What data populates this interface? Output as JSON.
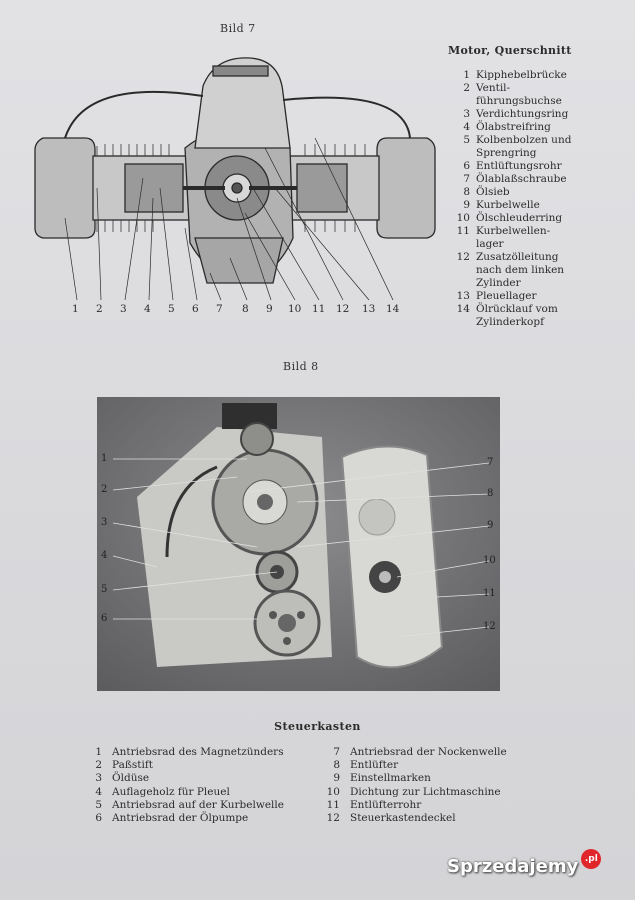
{
  "figure7": {
    "caption": "Bild 7",
    "title": "Motor, Querschnitt",
    "numbers": [
      "1",
      "2",
      "3",
      "4",
      "5",
      "6",
      "7",
      "8",
      "9",
      "10",
      "11",
      "12",
      "13",
      "14"
    ],
    "legend": [
      {
        "n": "1",
        "text": "Kipphebelbrücke"
      },
      {
        "n": "2",
        "text": "Ventil-\nführungsbuchse"
      },
      {
        "n": "3",
        "text": "Verdichtungsring"
      },
      {
        "n": "4",
        "text": "Ölabstreifring"
      },
      {
        "n": "5",
        "text": "Kolbenbolzen und\nSprengring"
      },
      {
        "n": "6",
        "text": "Entlüftungsrohr"
      },
      {
        "n": "7",
        "text": "Ölablaßschraube"
      },
      {
        "n": "8",
        "text": "Ölsieb"
      },
      {
        "n": "9",
        "text": "Kurbelwelle"
      },
      {
        "n": "10",
        "text": "Ölschleuderring"
      },
      {
        "n": "11",
        "text": "Kurbelwellen-\nlager"
      },
      {
        "n": "12",
        "text": "Zusatzölleitung\nnach dem linken\nZylinder"
      },
      {
        "n": "13",
        "text": "Pleuellager"
      },
      {
        "n": "14",
        "text": "Ölrücklauf vom\nZylinderkopf"
      }
    ]
  },
  "figure8": {
    "caption": "Bild 8",
    "left_numbers": [
      "1",
      "2",
      "3",
      "4",
      "5",
      "6"
    ],
    "right_numbers": [
      "7",
      "8",
      "9",
      "10",
      "11",
      "12"
    ],
    "title": "Steuerkasten",
    "legend_left": [
      {
        "n": "1",
        "text": "Antriebsrad des Magnetzünders"
      },
      {
        "n": "2",
        "text": "Paßstift"
      },
      {
        "n": "3",
        "text": "Öldüse"
      },
      {
        "n": "4",
        "text": "Auflageholz für Pleuel"
      },
      {
        "n": "5",
        "text": "Antriebsrad auf der Kurbelwelle"
      },
      {
        "n": "6",
        "text": "Antriebsrad der Ölpumpe"
      }
    ],
    "legend_right": [
      {
        "n": "7",
        "text": "Antriebsrad der Nockenwelle"
      },
      {
        "n": "8",
        "text": "Entlüfter"
      },
      {
        "n": "9",
        "text": "Einstellmarken"
      },
      {
        "n": "10",
        "text": "Dichtung zur Lichtmaschine"
      },
      {
        "n": "11",
        "text": "Entlüfterrohr"
      },
      {
        "n": "12",
        "text": "Steuerkastendeckel"
      }
    ]
  },
  "watermark": {
    "text": "Sprzedajemy",
    "suffix": ".pl"
  }
}
